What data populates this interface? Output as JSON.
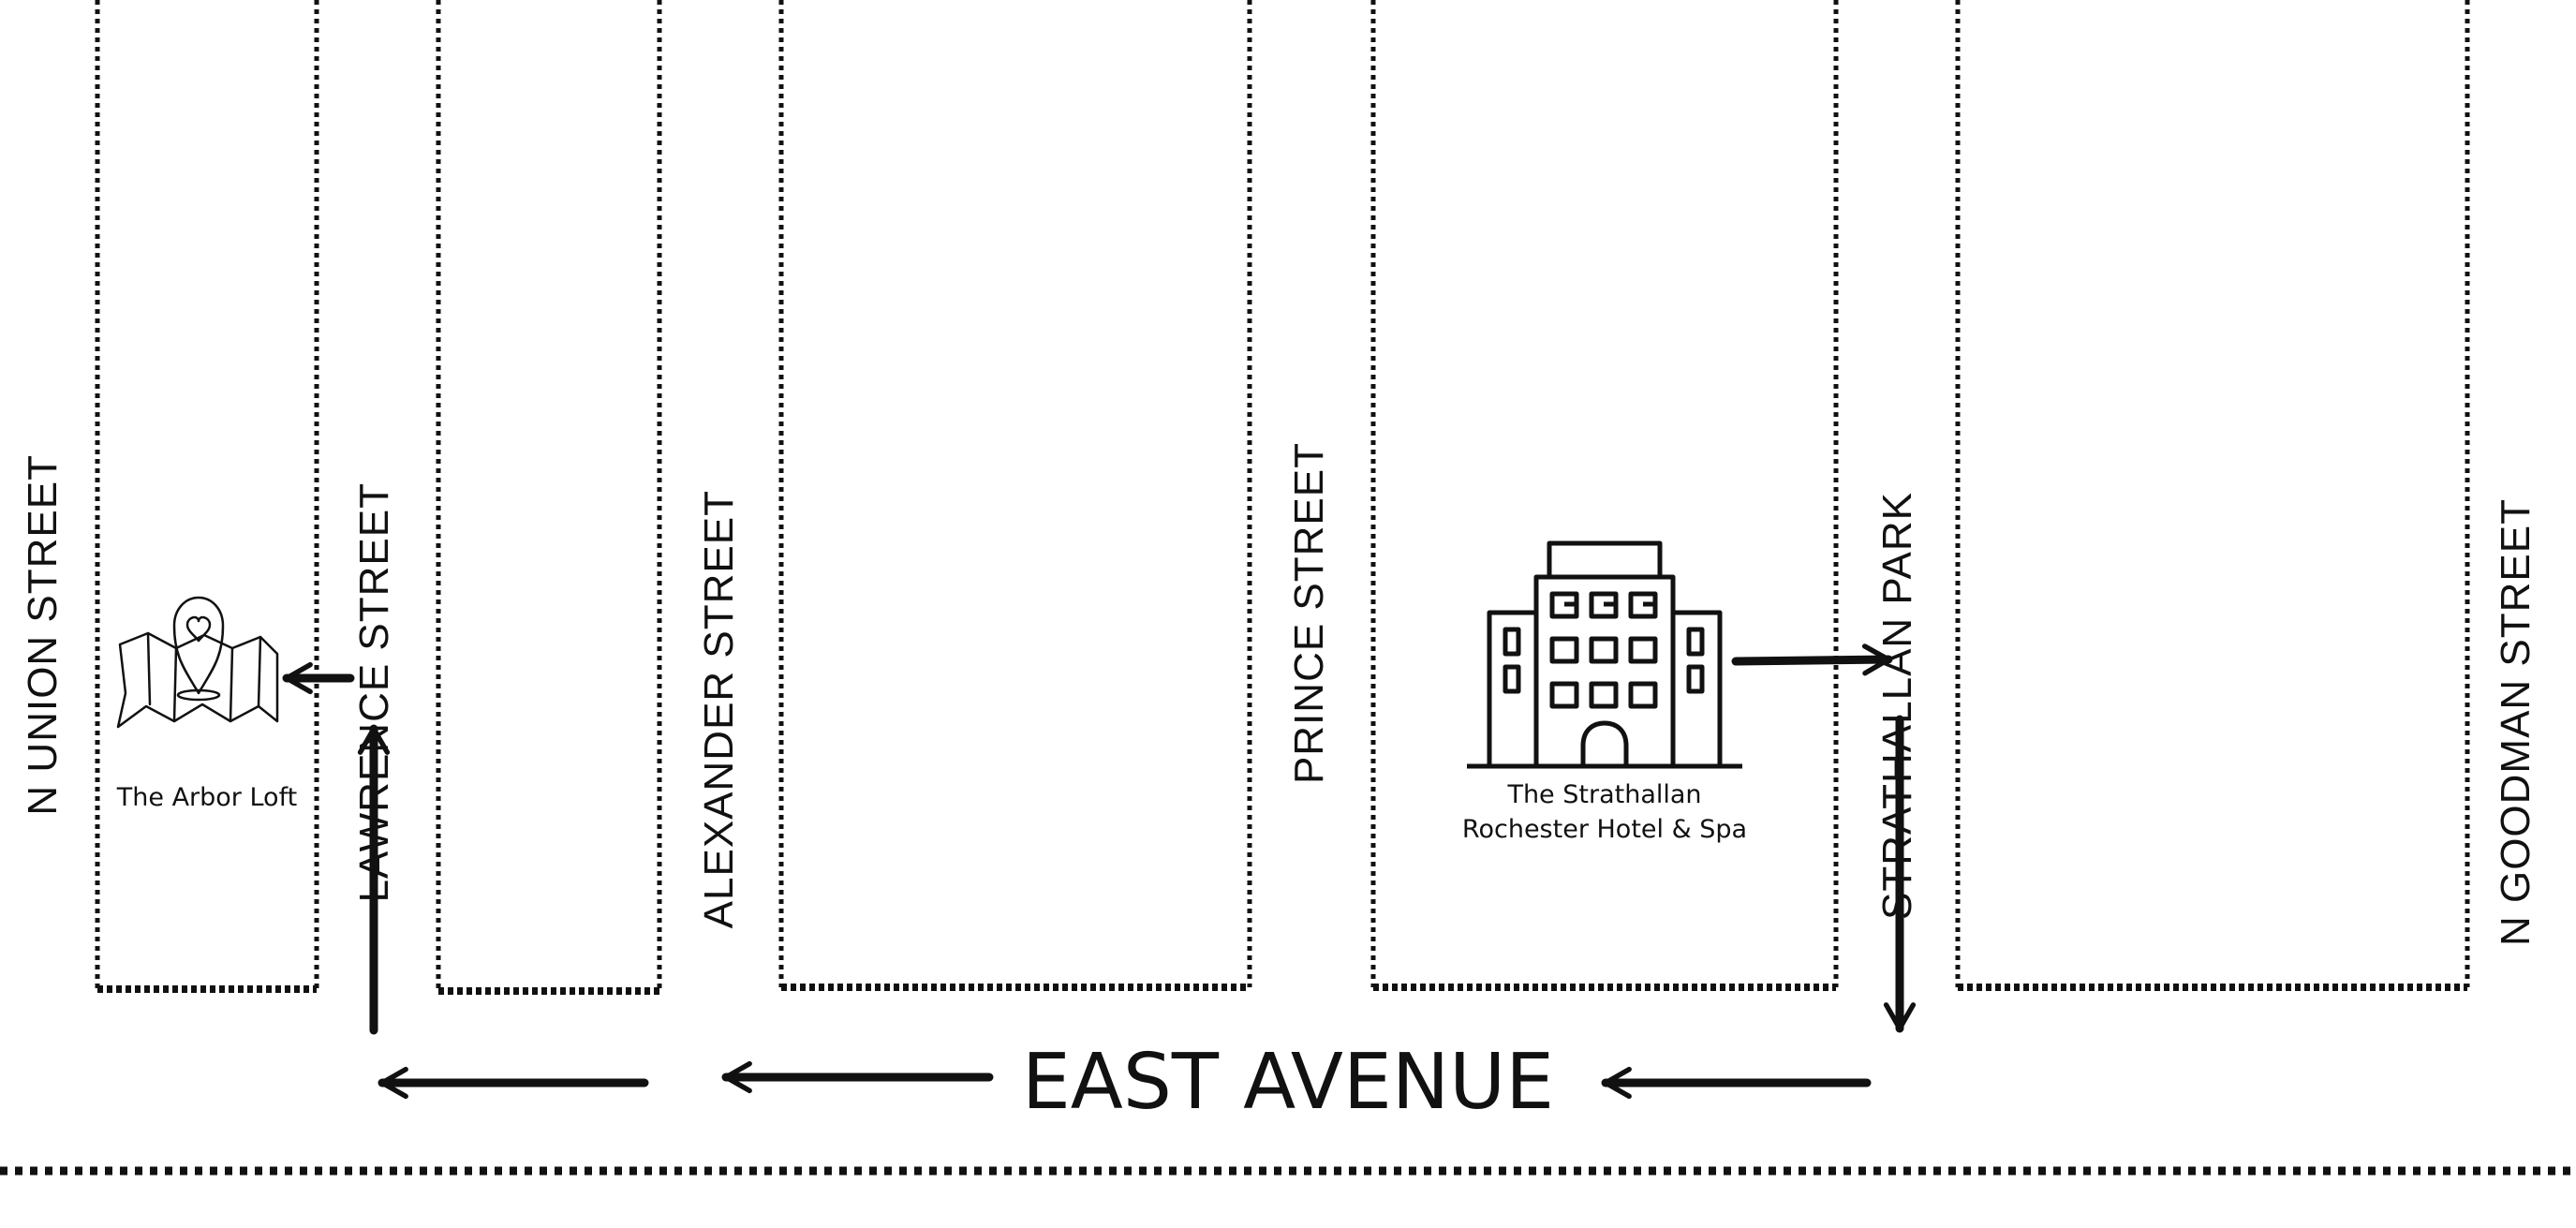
{
  "streets": {
    "n_union": "N UNION STREET",
    "lawrence": "LAWRENCE STREET",
    "alexander": "ALEXANDER STREET",
    "prince": "PRINCE STREET",
    "strathallan": "STRATHALLAN PARK",
    "n_goodman": "N GOODMAN STREET",
    "east_avenue": "EAST AVENUE"
  },
  "places": {
    "arbor_loft": {
      "label": "The Arbor Loft",
      "icon": "map-pin-heart-icon"
    },
    "hotel": {
      "label_line1": "The Strathallan",
      "label_line2": "Rochester Hotel & Spa",
      "icon": "hotel-building-icon"
    }
  },
  "colors": {
    "ink": "#111111",
    "background": "#ffffff"
  }
}
